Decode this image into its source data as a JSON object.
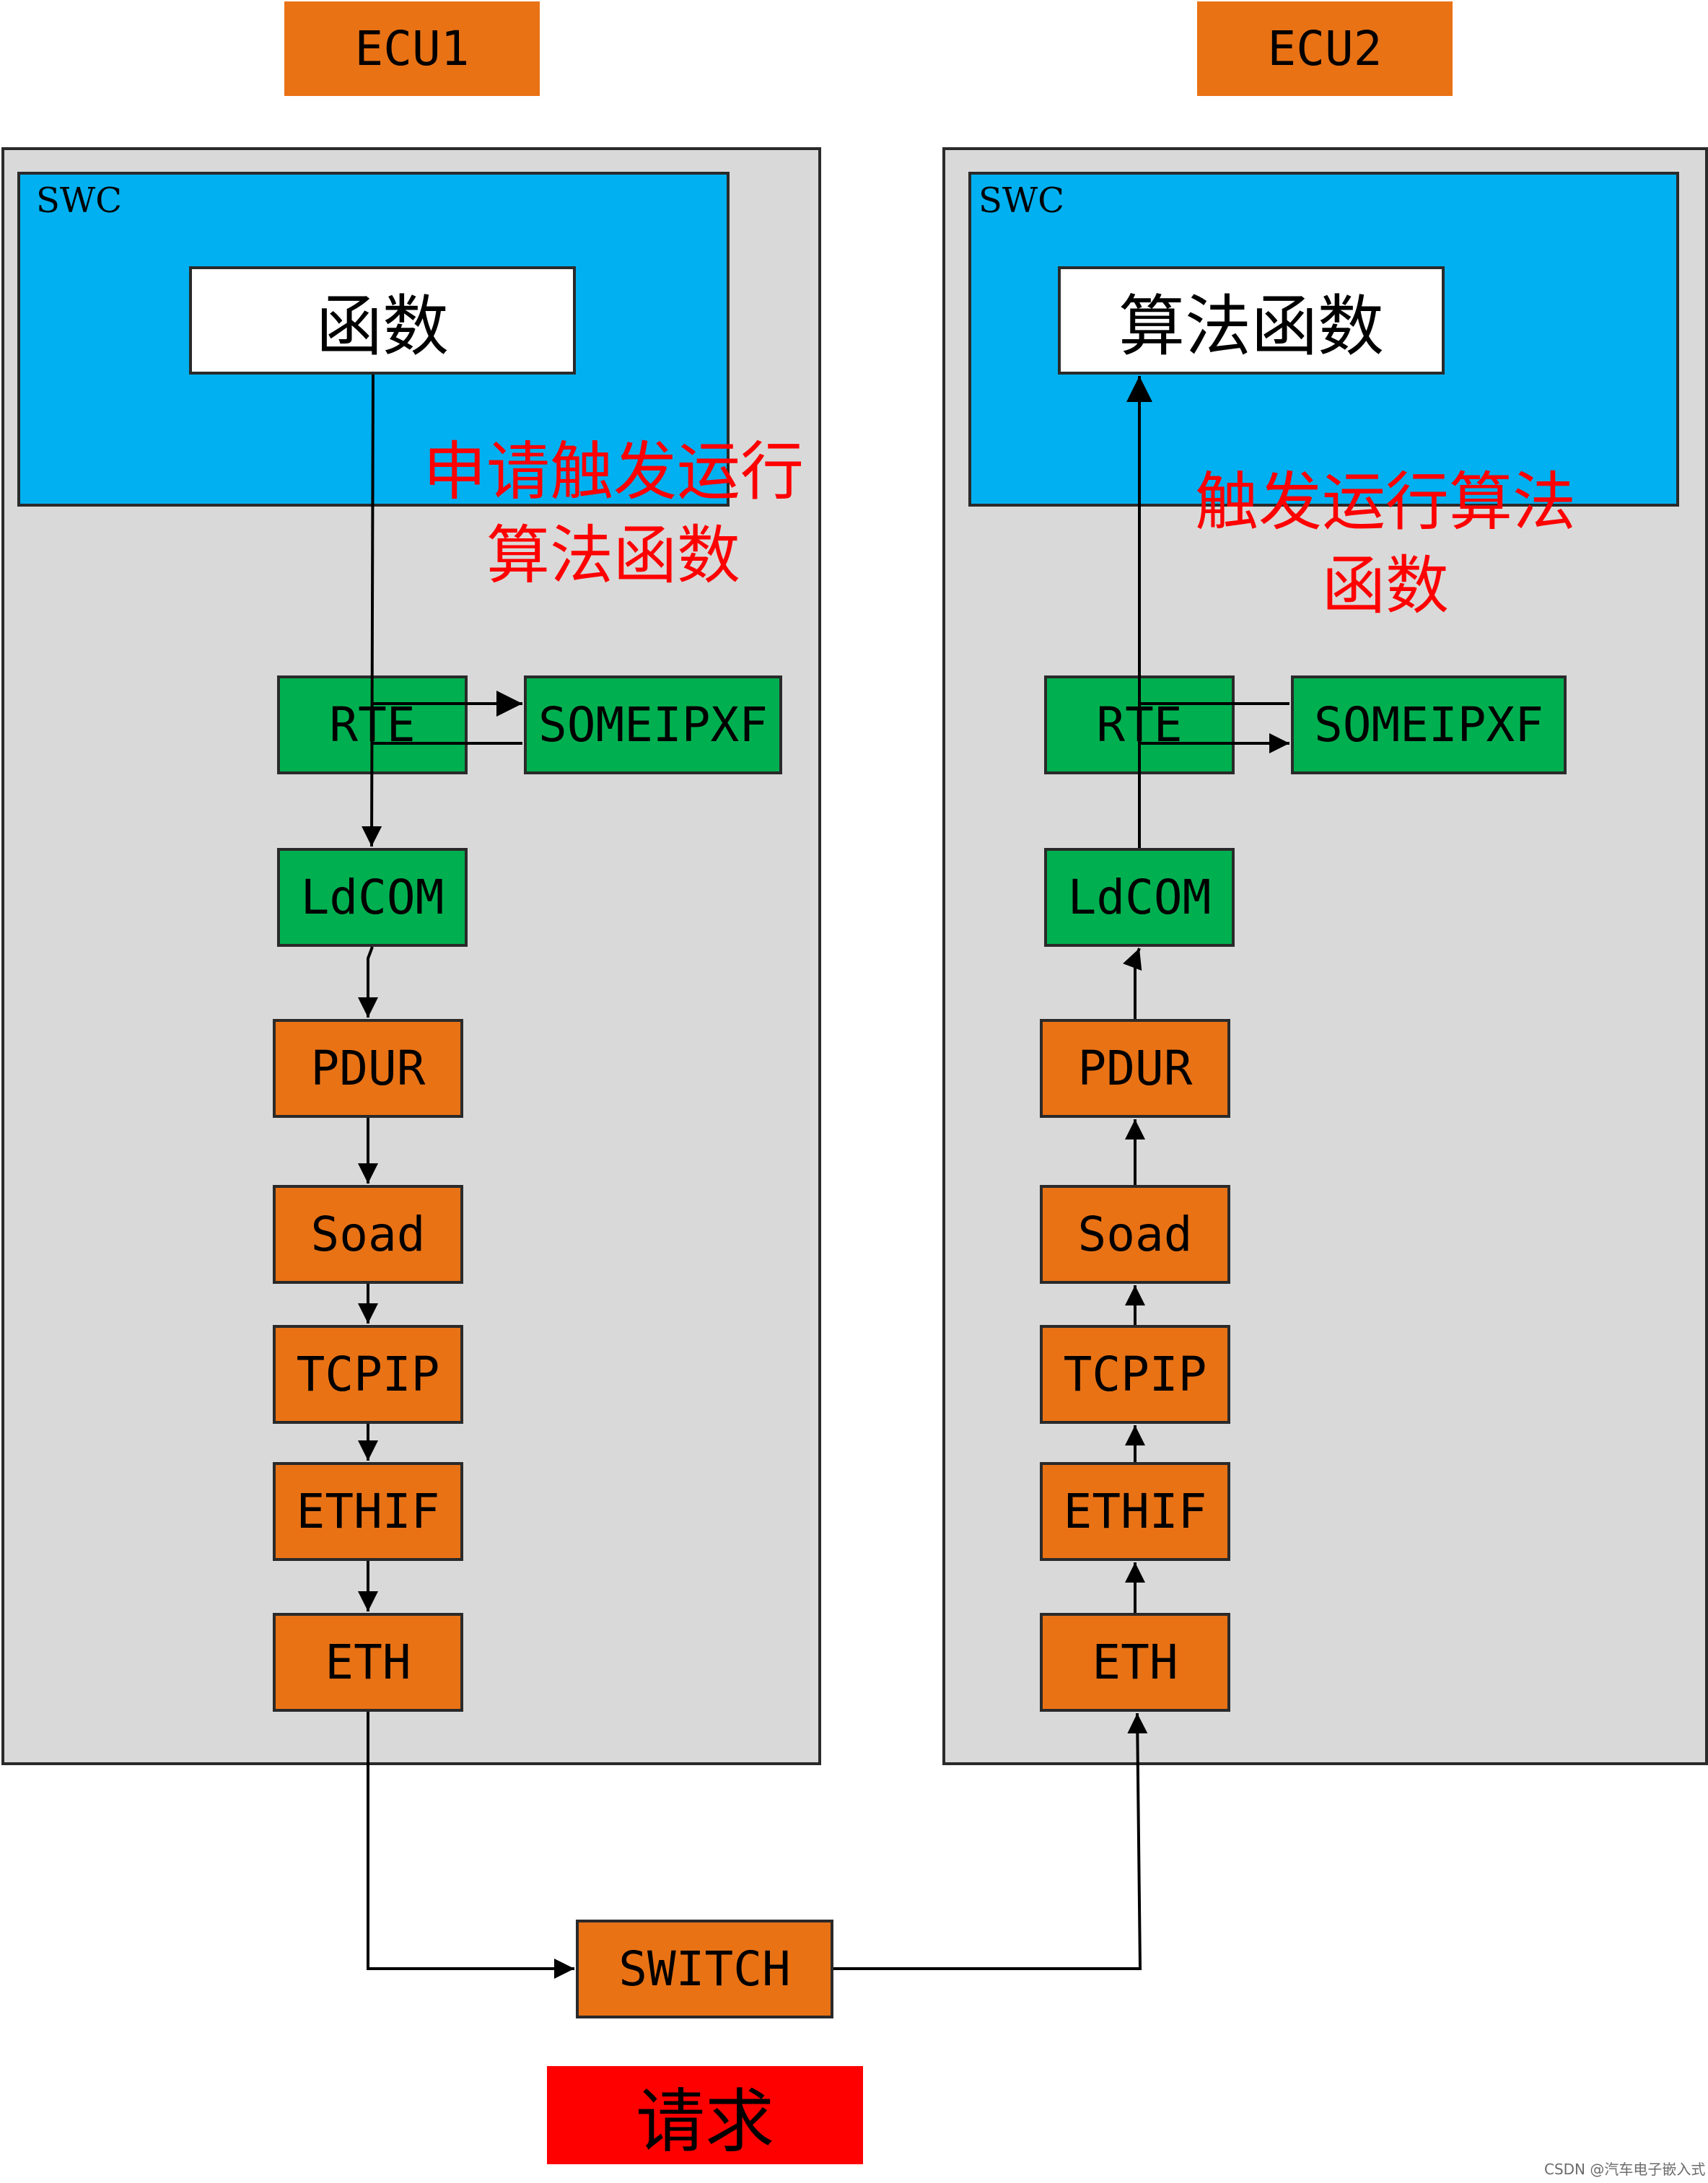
{
  "ecu1": {
    "title": "ECU1",
    "swc_label": "SWC",
    "function_box": "函数",
    "annotation": "申请触发运行\n算法函数",
    "modules": {
      "rte": "RTE",
      "someipxf": "SOMEIPXF",
      "ldcom": "LdCOM",
      "pdur": "PDUR",
      "soad": "Soad",
      "tcpip": "TCPIP",
      "ethif": "ETHIF",
      "eth": "ETH"
    }
  },
  "ecu2": {
    "title": "ECU2",
    "swc_label": "SWC",
    "function_box": "算法函数",
    "annotation": "触发运行算法\n函数",
    "modules": {
      "rte": "RTE",
      "someipxf": "SOMEIPXF",
      "ldcom": "LdCOM",
      "pdur": "PDUR",
      "soad": "Soad",
      "tcpip": "TCPIP",
      "ethif": "ETHIF",
      "eth": "ETH"
    }
  },
  "switch_label": "SWITCH",
  "request_label": "请求",
  "watermark": "CSDN @汽车电子嵌入式",
  "colors": {
    "orange": "#e97215",
    "green": "#00b050",
    "swc_blue": "#00b0f0",
    "panel_gray": "#d9d9d9",
    "annotation_red": "#ff0000"
  }
}
